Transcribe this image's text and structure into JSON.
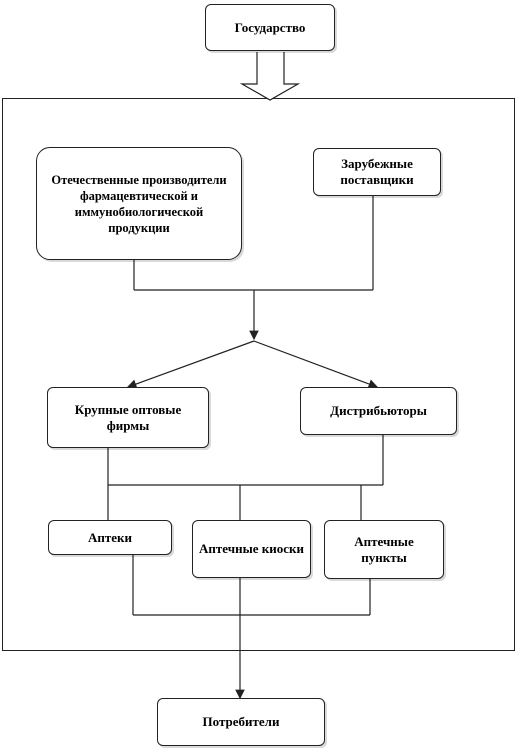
{
  "nodes": {
    "state": "Государство",
    "domestic": "Отечественные производители фармацевтической и иммунобиологической продукции",
    "foreign": "Зарубежные поставщики",
    "wholesale": "Крупные оптовые фирмы",
    "distributors": "Дистрибьюторы",
    "pharmacies": "Аптеки",
    "kiosks": "Аптечные киоски",
    "points": "Аптечные пункты",
    "consumers": "Потребители"
  }
}
